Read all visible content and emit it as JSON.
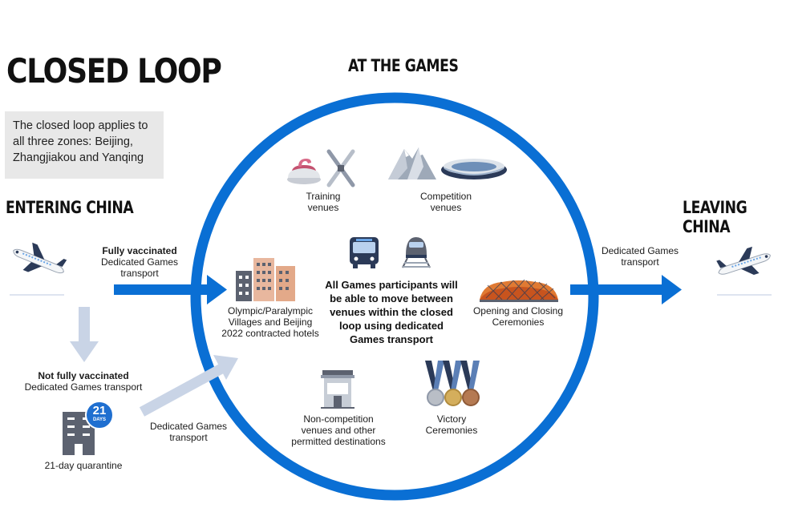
{
  "title": "CLOSED LOOP",
  "zones_note": "The closed loop applies to all three zones: Beijing, Zhangjiakou and Yanqing",
  "sections": {
    "at_the_games": "AT THE GAMES",
    "entering": "ENTERING CHINA",
    "leaving": "LEAVING CHINA"
  },
  "entry": {
    "vaccinated_label": "Fully vaccinated",
    "vaccinated_transport": "Dedicated Games transport",
    "not_vaccinated_label": "Not fully vaccinated",
    "not_vaccinated_transport": "Dedicated Games transport",
    "quarantine_badge_number": "21",
    "quarantine_badge_unit": "DAYS",
    "quarantine_label": "21-day quarantine",
    "after_quarantine_transport": "Dedicated Games transport"
  },
  "loop": {
    "training": "Training venues",
    "competition": "Competition venues",
    "villages": "Olympic/Paralympic Villages and Beijing 2022 contracted hotels",
    "center_message": "All Games participants will be able to move between venues within the closed loop using dedicated Games transport",
    "ceremonies": "Opening and Closing Ceremonies",
    "non_competition": "Non-competition venues and other permitted destinations",
    "victory": "Victory Ceremonies"
  },
  "exit": {
    "transport": "Dedicated Games transport"
  },
  "colors": {
    "loop_blue": "#0a6fd4",
    "light_arrow": "#c9d4e6",
    "quarantine_badge": "#1f6fd0",
    "building_gray": "#5c6270",
    "text_box_bg": "#e8e8e8"
  },
  "icons": [
    "airplane-icon",
    "curling-stone-icon",
    "crossed-skis-icon",
    "mountain-icon",
    "stadium-icon",
    "hotel-buildings-icon",
    "bus-icon",
    "train-icon",
    "bird-nest-stadium-icon",
    "store-icon",
    "medals-icon",
    "quarantine-building-icon"
  ]
}
